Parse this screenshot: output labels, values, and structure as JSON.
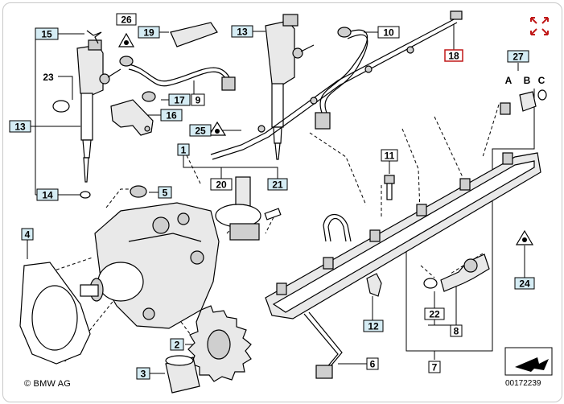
{
  "diagram": {
    "labels": [
      "15",
      "26",
      "19",
      "13",
      "10",
      "18",
      "27",
      "23",
      "17",
      "9",
      "A",
      "B",
      "C",
      "16",
      "13",
      "25",
      "1",
      "11",
      "14",
      "5",
      "20",
      "21",
      "4",
      "12",
      "24",
      "22",
      "8",
      "2",
      "6",
      "3",
      "7"
    ],
    "copyright": "© BMW AG",
    "doc_number": "00172239"
  },
  "colors": {
    "highlight": "#c01818",
    "label_fill": "#d5ecf4",
    "frame": "#c8c8c8"
  }
}
